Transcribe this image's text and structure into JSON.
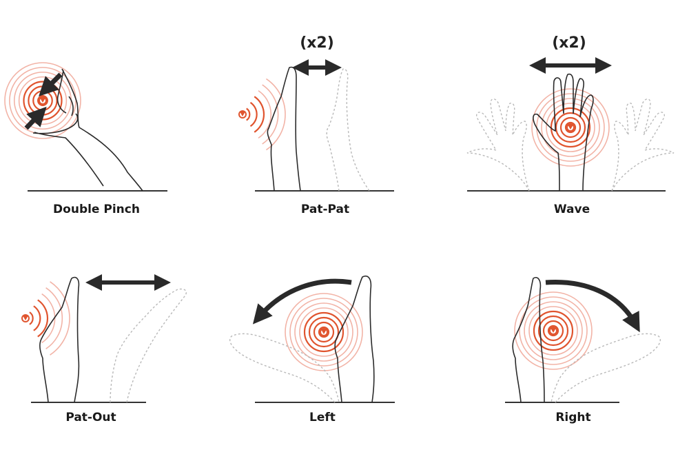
{
  "colors": {
    "ink": "#222222",
    "ring_light": "#f2b3a6",
    "ring_dark": "#e0542e",
    "hand_solid": "#2a2a2a",
    "hand_ghost": "#b8b8b8",
    "ground": "#333333"
  },
  "gestures": [
    {
      "id": "double-pinch",
      "label": "Double Pinch",
      "multiplier": ""
    },
    {
      "id": "pat-pat",
      "label": "Pat-Pat",
      "multiplier": "(x2)"
    },
    {
      "id": "wave",
      "label": "Wave",
      "multiplier": "(x2)"
    },
    {
      "id": "pat-out",
      "label": "Pat-Out",
      "multiplier": ""
    },
    {
      "id": "left",
      "label": "Left",
      "multiplier": ""
    },
    {
      "id": "right",
      "label": "Right",
      "multiplier": ""
    }
  ]
}
